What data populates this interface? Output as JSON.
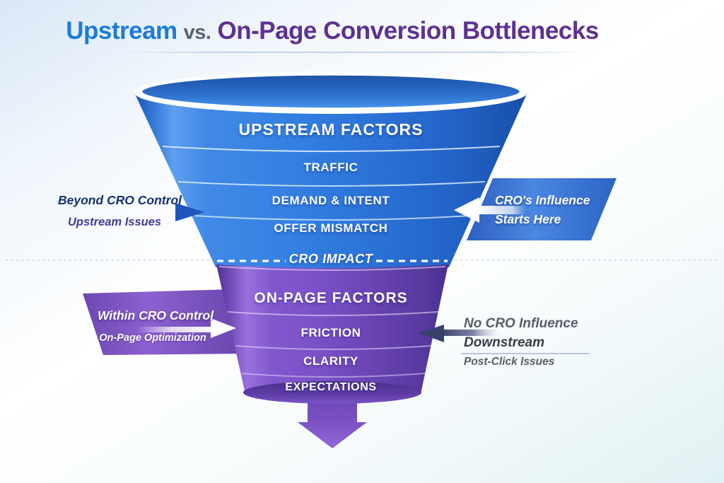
{
  "title": {
    "part1": "Upstream",
    "part2": "vs.",
    "part3": "On-Page Conversion Bottlenecks"
  },
  "funnel": {
    "upper_header": "UPSTREAM FACTORS",
    "upper_items": [
      "TRAFFIC",
      "DEMAND & INTENT",
      "OFFER MISMATCH"
    ],
    "impact_label": "CRO IMPACT",
    "lower_header": "ON-PAGE FACTORS",
    "lower_items": [
      "FRICTION",
      "CLARITY",
      "EXPECTATIONS"
    ]
  },
  "annotations": {
    "beyond": {
      "title": "Beyond CRO Control",
      "subtitle": "Upstream Issues"
    },
    "influence": {
      "line1": "CRO's Influence",
      "line2": "Starts Here"
    },
    "within": {
      "title": "Within CRO Control",
      "subtitle": "On-Page Optimization"
    },
    "no_influence": {
      "line1": "No CRO Influence",
      "line2": "Downstream",
      "subtitle": "Post-Click Issues"
    }
  },
  "colors": {
    "title_blue": "#1b7cd6",
    "title_gray": "#5a6472",
    "title_purple": "#5e3191",
    "funnel_blue": "#2e78dc",
    "funnel_purple": "#7a50c6",
    "banner_blue": "#3a74d4",
    "banner_purple": "#7b52c2",
    "arrow_navy": "#1e55bd",
    "arrow_slate": "#3d4570",
    "text_white": "#ffffff"
  }
}
